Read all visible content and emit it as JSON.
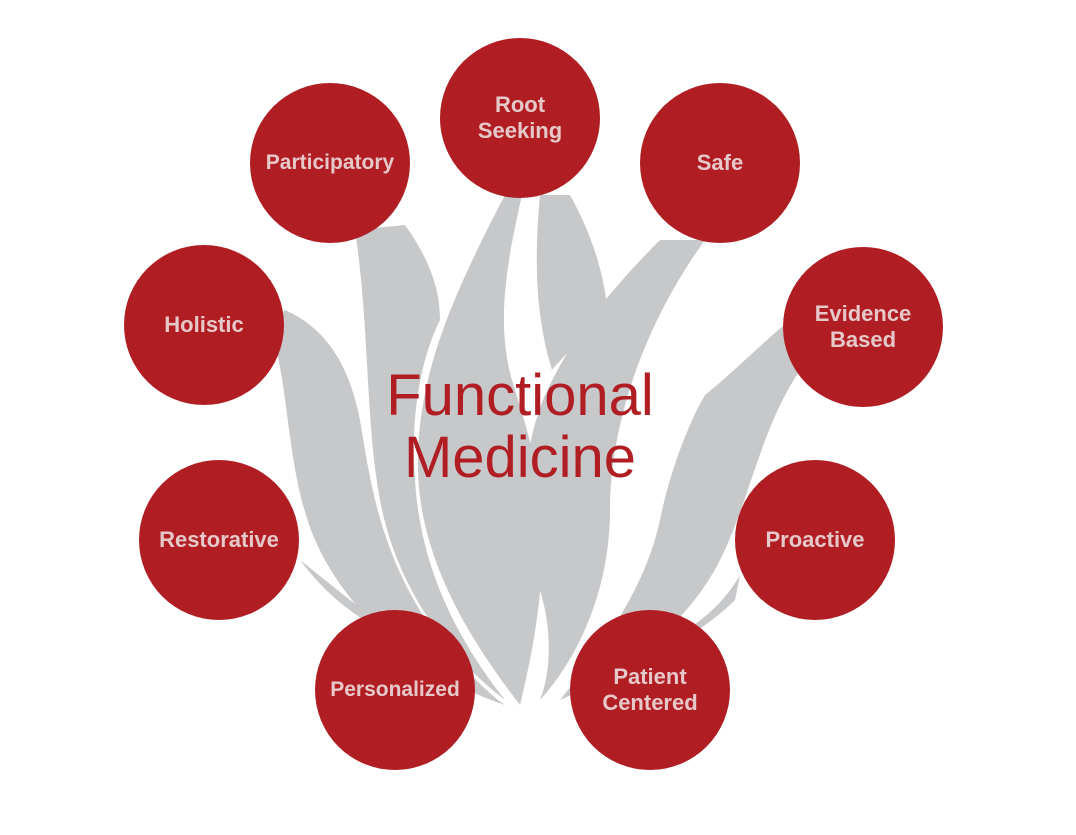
{
  "center": {
    "line1": "Functional",
    "line2": "Medicine"
  },
  "colors": {
    "circle": "#b01e24",
    "circle_text": "#e6c8c9",
    "petals": "#c7c8ca",
    "title": "#b01e24"
  },
  "nodes": [
    {
      "id": "root-seeking",
      "label": "Root\nSeeking"
    },
    {
      "id": "participatory",
      "label": "Participatory"
    },
    {
      "id": "safe",
      "label": "Safe"
    },
    {
      "id": "holistic",
      "label": "Holistic"
    },
    {
      "id": "evidence-based",
      "label": "Evidence\nBased"
    },
    {
      "id": "restorative",
      "label": "Restorative"
    },
    {
      "id": "proactive",
      "label": "Proactive"
    },
    {
      "id": "personalized",
      "label": "Personalized"
    },
    {
      "id": "patient-centered",
      "label": "Patient\nCentered"
    }
  ]
}
